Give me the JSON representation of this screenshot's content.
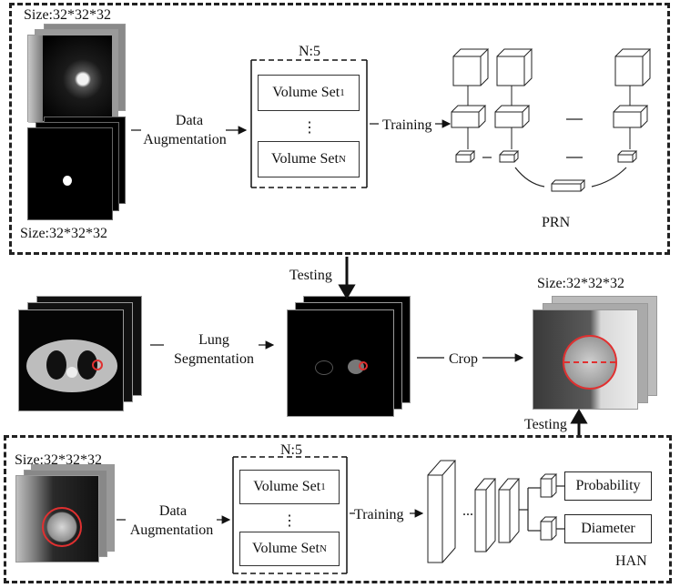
{
  "top": {
    "size_top": "Size:32*32*32",
    "size_bottom": "Size:32*32*32",
    "aug_line1": "Data",
    "aug_line2": "Augmentation",
    "n_label": "N:5",
    "vs_first": "Volume Set",
    "vs_first_sub": "1",
    "vs_dots": "⋮",
    "vs_last": "Volume Set",
    "vs_last_sub": "N",
    "training": "Training",
    "net": "PRN"
  },
  "middle": {
    "testing_top": "Testing",
    "lung_line1": "Lung",
    "lung_line2": "Segmentation",
    "crop": "Crop",
    "size_crop": "Size:32*32*32",
    "testing_bottom": "Testing"
  },
  "bottom": {
    "size": "Size:32*32*32",
    "aug_line1": "Data",
    "aug_line2": "Augmentation",
    "n_label": "N:5",
    "vs_first": "Volume Set",
    "vs_first_sub": "1",
    "vs_dots": "⋮",
    "vs_last": "Volume Set",
    "vs_last_sub": "N",
    "training": "Training",
    "dots": "...",
    "out1": "Probability",
    "out2": "Diameter",
    "net": "HAN"
  }
}
